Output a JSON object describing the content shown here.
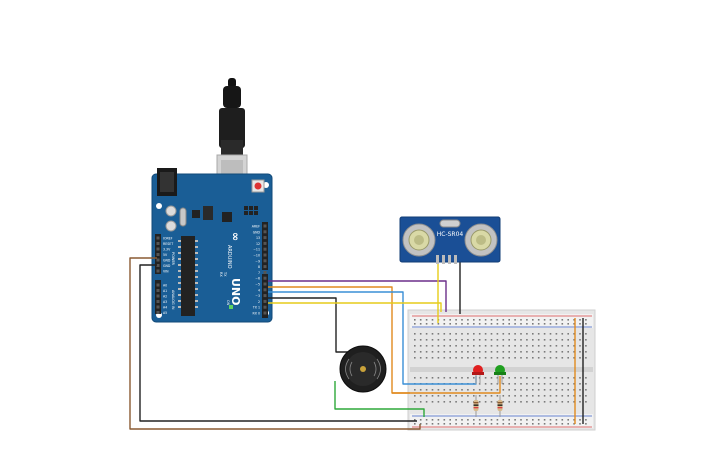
{
  "board": {
    "logo": "ARDUINO",
    "model": "UNO",
    "power_label": "POWER",
    "analog_label": "ANALOG IN",
    "tx": "TX",
    "rx": "RX",
    "on": "ON",
    "power_pins": [
      "IOREF",
      "RESET",
      "3.3V",
      "5V",
      "GND",
      "GND",
      "VIN"
    ],
    "analog_pins": [
      "A0",
      "A1",
      "A2",
      "A3",
      "A4",
      "A5"
    ],
    "digital_pins": [
      "AREF",
      "GND",
      "13",
      "12",
      "~11",
      "~10",
      "~9",
      "8",
      "7",
      "~6",
      "~5",
      "4",
      "~3",
      "2",
      "TX 1",
      "RX 0"
    ]
  },
  "sensor": {
    "label": "HC-SR04"
  },
  "colors": {
    "board": "#1a5e96",
    "wire_purple": "#6b2f8a",
    "wire_orange": "#e08a1e",
    "wire_blue": "#3a8fd6",
    "wire_yellow": "#e6cc1a",
    "wire_green": "#2ea83a",
    "wire_brown": "#8a5a32",
    "wire_black": "#222222",
    "rail_red": "#d94040",
    "led_red": "#e02020",
    "led_green": "#20a020"
  }
}
